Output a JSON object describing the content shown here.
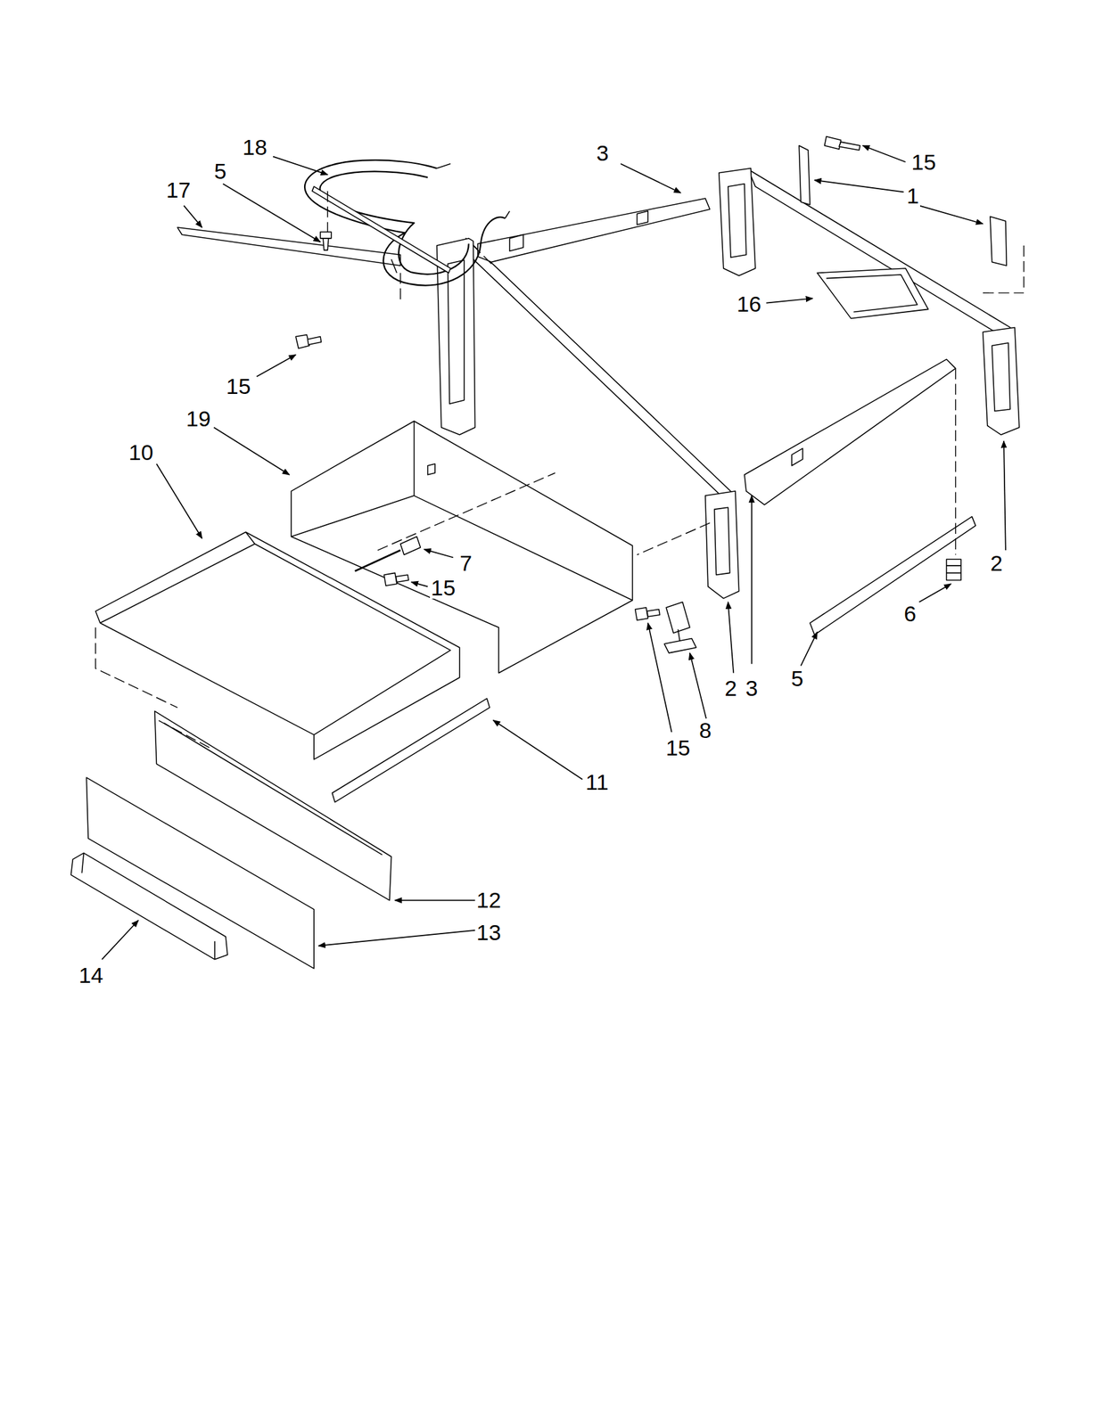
{
  "diagram": {
    "labels": [
      "18",
      "3",
      "15",
      "5",
      "17",
      "1",
      "16",
      "15",
      "19",
      "10",
      "2",
      "7",
      "15",
      "6",
      "5",
      "3",
      "2",
      "15",
      "8",
      "11",
      "12",
      "13",
      "14"
    ]
  }
}
